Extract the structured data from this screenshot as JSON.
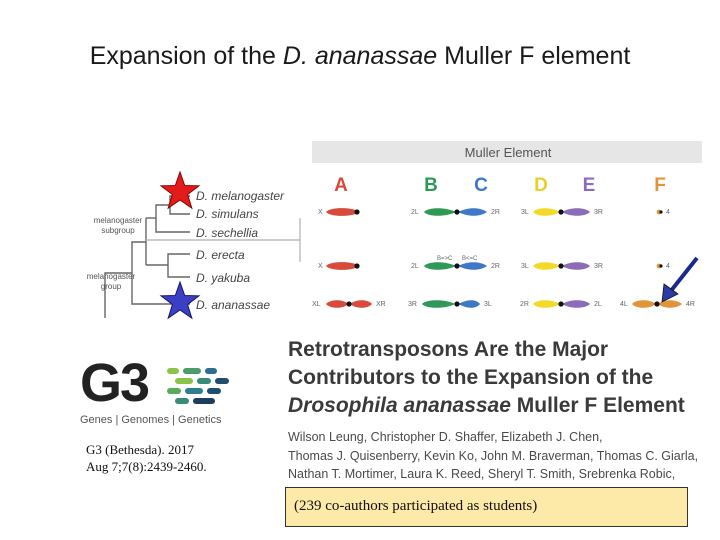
{
  "slide": {
    "title_prefix": "Expansion of the ",
    "title_species": "D. ananassae",
    "title_suffix": " Muller F element"
  },
  "figure": {
    "header": "Muller Element",
    "elements": [
      "A",
      "B",
      "C",
      "D",
      "E",
      "F"
    ],
    "element_colors": {
      "A": "#d94a3a",
      "B": "#2f9a58",
      "C": "#3f78c6",
      "D": "#f2d92a",
      "E": "#8a6cb8",
      "F": "#e0953a"
    },
    "species": [
      "D. melanogaster",
      "D. simulans",
      "D. sechellia",
      "D. erecta",
      "D. yakuba",
      "D. ananassae"
    ],
    "group_labels": {
      "subgroup_line1": "melanogaster",
      "subgroup_line2": "subgroup",
      "group_line1": "melanogaster",
      "group_line2": "group"
    },
    "arm_labels": {
      "row1": [
        "X",
        "2L",
        "2R",
        "3L",
        "3R",
        "4"
      ],
      "row2": [
        "X",
        "2L",
        "B=>C",
        "B<=C",
        "2R",
        "3L",
        "3R",
        "4"
      ],
      "row3": [
        "XL",
        "XR",
        "3R",
        "3L",
        "2R",
        "2L",
        "4L",
        "4R"
      ]
    },
    "markers": {
      "red_star": "red-star-icon",
      "blue_star": "blue-star-icon",
      "arrow": "arrow-icon"
    }
  },
  "logo": {
    "main": "G3",
    "subtitle": "Genes | Genomes | Genetics"
  },
  "citation": {
    "line1": "G3 (Bethesda). 2017",
    "line2": "Aug 7;7(8):2439-2460."
  },
  "paper": {
    "title_line1": "Retrotransposons Are the Major",
    "title_line2": "Contributors to the Expansion of the",
    "title_line3_italic": "Drosophila ananassae",
    "title_line3_rest": " Muller F Element",
    "authors_line1": "Wilson Leung, Christopher D. Shaffer, Elizabeth J. Chen,",
    "authors_line2": "Thomas J. Quisenberry, Kevin Ko, John M. Braverman, Thomas C. Giarla,",
    "authors_line3": "Nathan T. Mortimer, Laura K. Reed, Sheryl T. Smith, Srebrenka Robic,"
  },
  "note": "(239 co-authors participated as students)"
}
